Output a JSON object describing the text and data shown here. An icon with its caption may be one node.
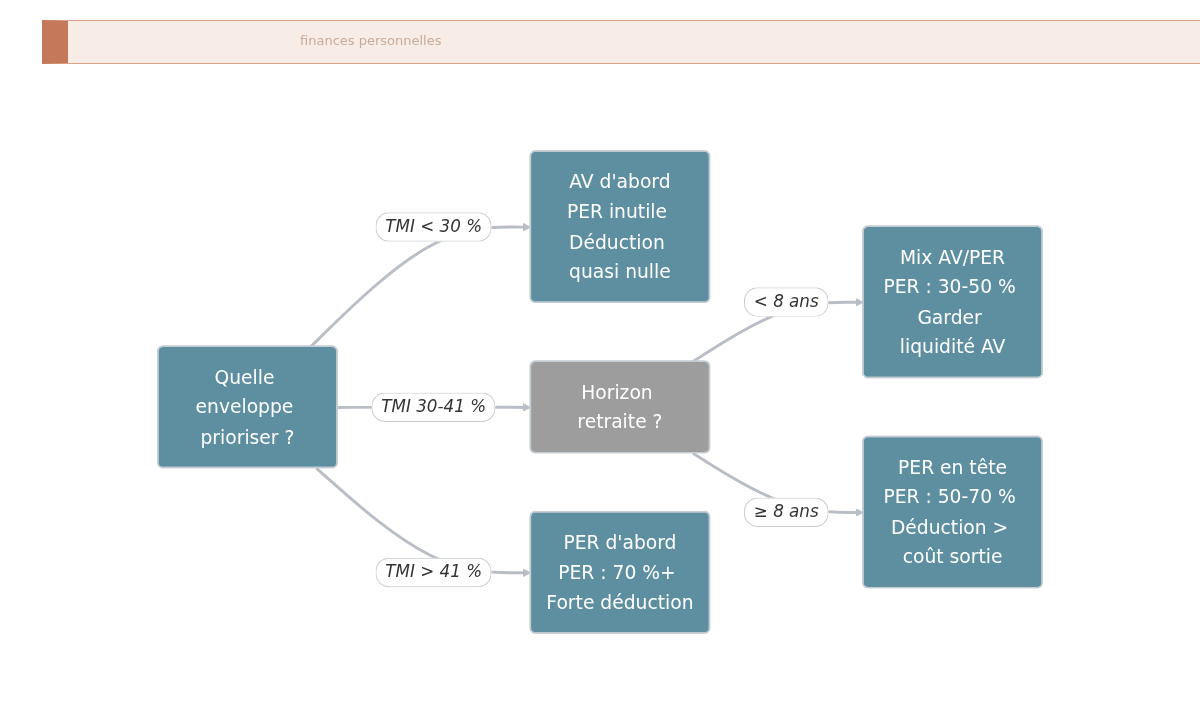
{
  "diagram": {
    "nodes": [
      {
        "text": [
          "Quelle enveloppe prioriser ?"
        ]
      },
      {
        "text": [
          "AV d'abord",
          "PER inutile Déduction quasi nulle"
        ]
      },
      {
        "text": [
          "Horizon retraite ?"
        ]
      },
      {
        "text": [
          "PER d'abord",
          "PER : 70 %+ Forte déduction"
        ]
      },
      {
        "text": [
          "Mix AV/PER",
          "PER : 30-50 % Garder liquidité AV"
        ]
      },
      {
        "text": [
          "PER en tête",
          "PER : 50-70 % Déduction > coût sortie"
        ]
      }
    ],
    "edges": [
      {
        "from": 0,
        "to": 1,
        "arrow": "to",
        "label": "TMI < 30 %"
      },
      {
        "from": 0,
        "to": 2,
        "arrow": "to",
        "label": "TMI 30-41 %"
      },
      {
        "from": 0,
        "to": 3,
        "arrow": "to",
        "label": "TMI > 41 %"
      },
      {
        "from": 2,
        "to": 4,
        "arrow": "to",
        "label": "< 8 ans"
      },
      {
        "from": 2,
        "to": 5,
        "arrow": "to",
        "label": "≥ 8 ans"
      }
    ],
    "labels": [
      "finances personnelles"
    ]
  }
}
